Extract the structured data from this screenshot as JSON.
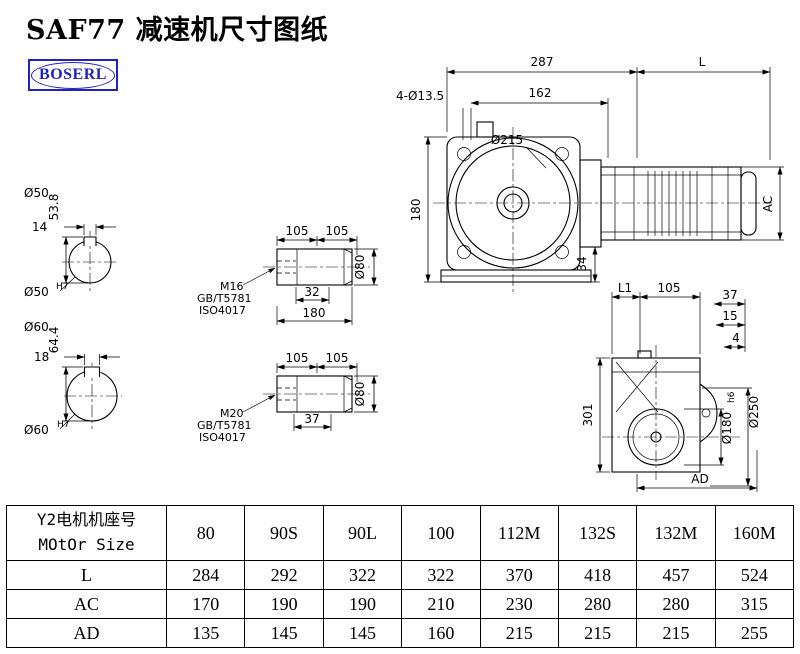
{
  "title": "SAF77 减速机尺寸图纸",
  "logo": {
    "text": "BOSERL",
    "color": "#2222bb"
  },
  "front_view": {
    "dim_overall": "287",
    "dim_motor_length": "L",
    "dim_holes": "4-Ø13.5",
    "dim_flange_width": "162",
    "dim_flange_dia": "Ø215",
    "dim_height": "180",
    "dim_foot": "34",
    "dim_motor_dia": "AC"
  },
  "shaft50": {
    "dia": "Ø50",
    "key_height": "53.8",
    "key_width": "14",
    "bore": "Ø50",
    "bore_tol": "H7"
  },
  "shaft60": {
    "dia": "Ø60",
    "key_height": "64.4",
    "key_width": "18",
    "bore": "Ø60",
    "bore_tol": "H7"
  },
  "detail_m16": {
    "dim_a": "105",
    "dim_b": "105",
    "thread": "M16",
    "std1": "GB/T5781",
    "std2": "ISO4017",
    "dim_c": "32",
    "dim_d": "180",
    "dia": "Ø80"
  },
  "detail_m20": {
    "dim_a": "105",
    "dim_b": "105",
    "thread": "M20",
    "std1": "GB/T5781",
    "std2": "ISO4017",
    "dim_c": "37",
    "dia": "Ø80"
  },
  "side_view": {
    "dim_l1": "L1",
    "dim_105": "105",
    "dim_37": "37",
    "dim_15": "15",
    "dim_4": "4",
    "dim_301": "301",
    "dim_bore": "Ø180",
    "dim_bore_tol": "h6",
    "dim_flange_dia": "Ø250",
    "dim_ad": "AD"
  },
  "table": {
    "header_cn": "Y2电机机座号",
    "header_en": "MOtOr Size",
    "sizes": [
      "80",
      "90S",
      "90L",
      "100",
      "112M",
      "132S",
      "132M",
      "160M"
    ],
    "rows": [
      {
        "label": "L",
        "values": [
          "284",
          "292",
          "322",
          "322",
          "370",
          "418",
          "457",
          "524"
        ]
      },
      {
        "label": "AC",
        "values": [
          "170",
          "190",
          "190",
          "210",
          "230",
          "280",
          "280",
          "315"
        ]
      },
      {
        "label": "AD",
        "values": [
          "135",
          "145",
          "145",
          "160",
          "215",
          "215",
          "215",
          "255"
        ]
      }
    ]
  }
}
